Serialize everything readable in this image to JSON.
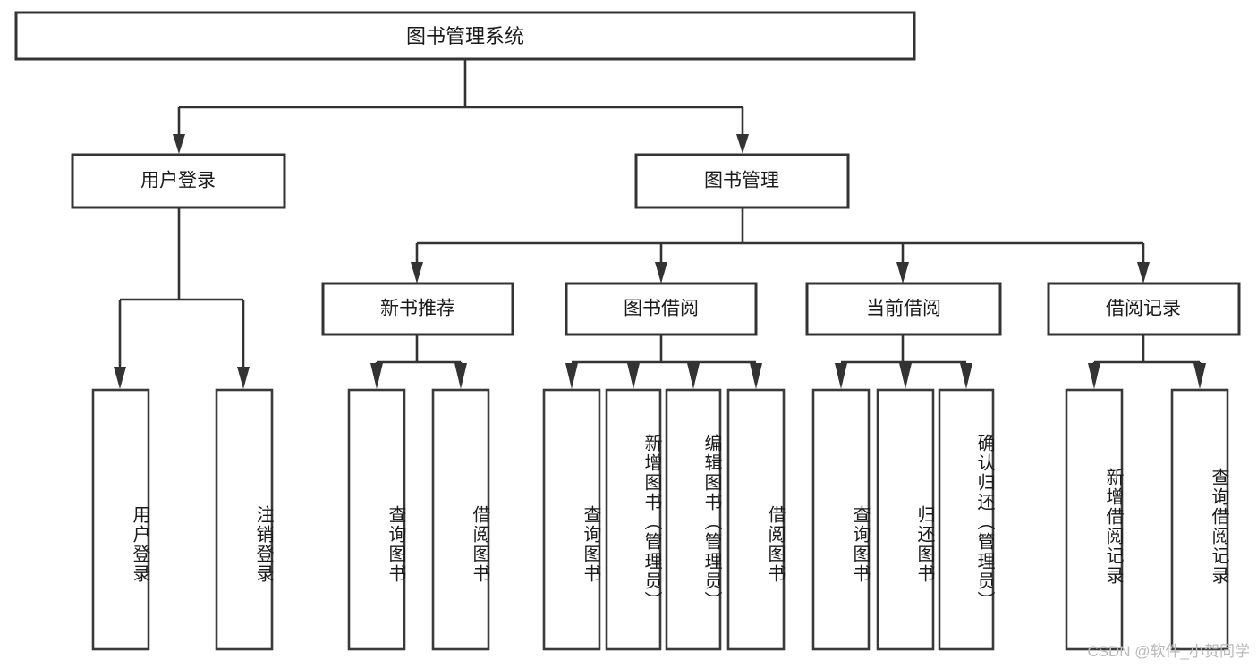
{
  "diagram": {
    "type": "tree",
    "title": "图书管理系统",
    "root": {
      "id": "root",
      "label": "图书管理系统",
      "orientation": "horizontal"
    },
    "level2": [
      {
        "id": "user-login",
        "label": "用户登录"
      },
      {
        "id": "book-management",
        "label": "图书管理"
      }
    ],
    "level3": [
      {
        "id": "new-book-recommend",
        "label": "新书推荐",
        "parent": "book-management"
      },
      {
        "id": "book-borrow",
        "label": "图书借阅",
        "parent": "book-management"
      },
      {
        "id": "current-borrow",
        "label": "当前借阅",
        "parent": "book-management"
      },
      {
        "id": "borrow-record",
        "label": "借阅记录",
        "parent": "book-management"
      }
    ],
    "leaves": [
      {
        "id": "leaf-user-login",
        "label": "用户登录",
        "parent": "user-login"
      },
      {
        "id": "leaf-logout-login",
        "label": "注销登录",
        "parent": "user-login"
      },
      {
        "id": "leaf-query-book-1",
        "label": "查询图书",
        "parent": "new-book-recommend"
      },
      {
        "id": "leaf-borrow-book-1",
        "label": "借阅图书",
        "parent": "new-book-recommend"
      },
      {
        "id": "leaf-query-book-2",
        "label": "查询图书",
        "parent": "book-borrow"
      },
      {
        "id": "leaf-add-book",
        "label": "新增图书（管理员）",
        "parent": "book-borrow"
      },
      {
        "id": "leaf-edit-book",
        "label": "编辑图书（管理员）",
        "parent": "book-borrow"
      },
      {
        "id": "leaf-borrow-book-2",
        "label": "借阅图书",
        "parent": "book-borrow"
      },
      {
        "id": "leaf-query-book-3",
        "label": "查询图书",
        "parent": "current-borrow"
      },
      {
        "id": "leaf-return-book",
        "label": "归还图书",
        "parent": "current-borrow"
      },
      {
        "id": "leaf-confirm-return",
        "label": "确认归还（管理员）",
        "parent": "current-borrow"
      },
      {
        "id": "leaf-add-record",
        "label": "新增借阅记录",
        "parent": "borrow-record"
      },
      {
        "id": "leaf-query-record",
        "label": "查询借阅记录",
        "parent": "borrow-record"
      }
    ],
    "colors": {
      "background": "#ffffff",
      "box_fill": "#ffffff",
      "box_stroke": "#333333",
      "text": "#1a1a1a",
      "watermark": "#b9b9b9"
    }
  },
  "watermark": {
    "text": "CSDN @软件_小贺同学"
  }
}
